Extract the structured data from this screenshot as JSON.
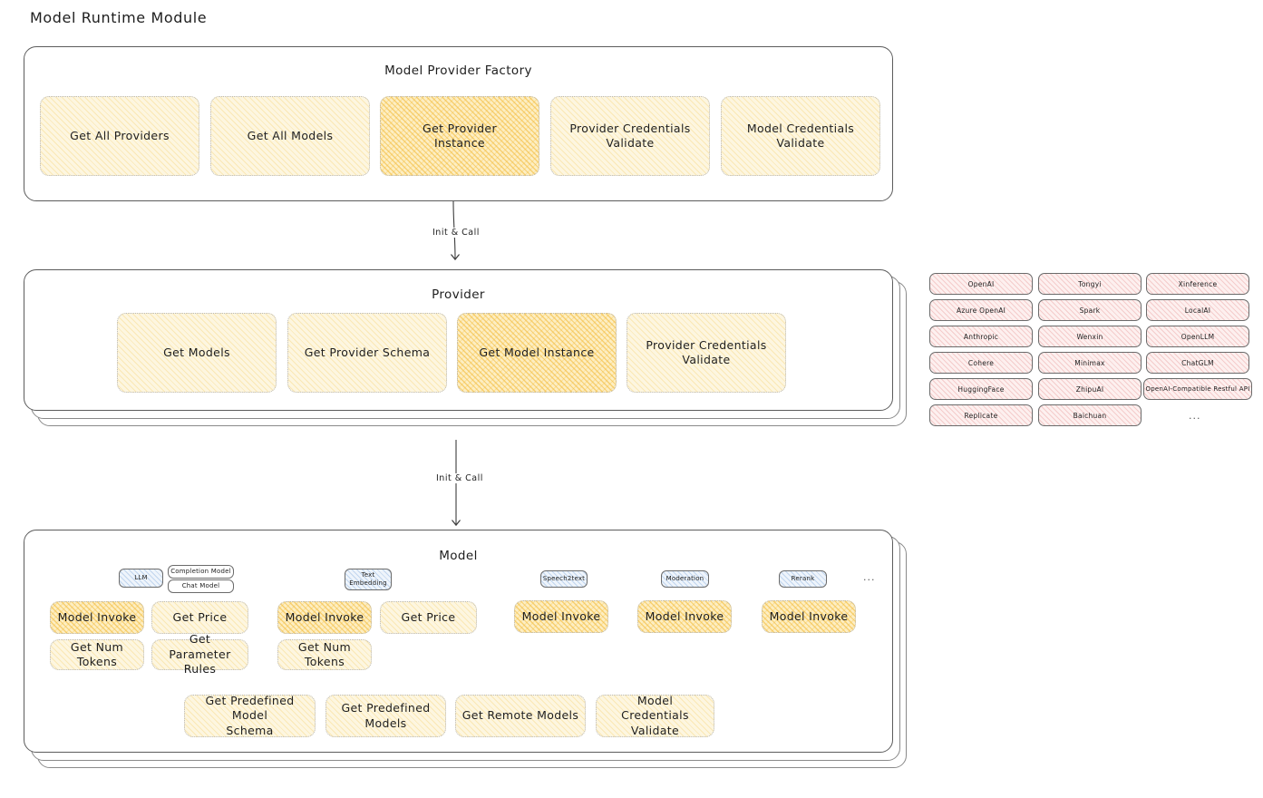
{
  "page": {
    "title": "Model Runtime Module",
    "background": "#ffffff",
    "accent_amber": "#f3bc3c",
    "accent_cream": "#fdf6e0",
    "accent_pink": "#e89696",
    "accent_blue": "#82acdc"
  },
  "factory": {
    "title": "Model Provider Factory",
    "nodes": [
      {
        "label": "Get All Providers",
        "highlighted": false
      },
      {
        "label": "Get All Models",
        "highlighted": false
      },
      {
        "label": "Get Provider\nInstance",
        "highlighted": true
      },
      {
        "label": "Provider Credentials\nValidate",
        "highlighted": false
      },
      {
        "label": "Model Credentials\nValidate",
        "highlighted": false
      }
    ]
  },
  "arrow1": {
    "label": "Init & Call"
  },
  "provider": {
    "title": "Provider",
    "nodes": [
      {
        "label": "Get Models",
        "highlighted": false
      },
      {
        "label": "Get Provider Schema",
        "highlighted": false
      },
      {
        "label": "Get Model Instance",
        "highlighted": true
      },
      {
        "label": "Provider Credentials\nValidate",
        "highlighted": false
      }
    ]
  },
  "arrow2": {
    "label": "Init & Call"
  },
  "provider_list": {
    "columns": [
      [
        "OpenAI",
        "Azure OpenAI",
        "Anthropic",
        "Cohere",
        "HuggingFace",
        "Replicate"
      ],
      [
        "Tongyi",
        "Spark",
        "Wenxin",
        "Minimax",
        "ZhipuAI",
        "Baichuan"
      ],
      [
        "Xinference",
        "LocalAI",
        "OpenLLM",
        "ChatGLM",
        "OpenAI-Compatible Restful API"
      ]
    ],
    "more": "..."
  },
  "model": {
    "title": "Model",
    "more": "...",
    "groups": [
      {
        "type_label": "LLM",
        "sub_chips": [
          "Completion Model",
          "Chat Model"
        ],
        "nodes": [
          {
            "label": "Model Invoke",
            "highlighted": true
          },
          {
            "label": "Get Price",
            "highlighted": false
          },
          {
            "label": "Get Num Tokens",
            "highlighted": false
          },
          {
            "label": "Get Parameter\nRules",
            "highlighted": false
          }
        ]
      },
      {
        "type_label": "Text\nEmbedding",
        "sub_chips": [],
        "nodes": [
          {
            "label": "Model Invoke",
            "highlighted": true
          },
          {
            "label": "Get Price",
            "highlighted": false
          },
          {
            "label": "Get Num Tokens",
            "highlighted": false
          }
        ]
      },
      {
        "type_label": "Speech2text",
        "sub_chips": [],
        "nodes": [
          {
            "label": "Model Invoke",
            "highlighted": true
          }
        ]
      },
      {
        "type_label": "Moderation",
        "sub_chips": [],
        "nodes": [
          {
            "label": "Model Invoke",
            "highlighted": true
          }
        ]
      },
      {
        "type_label": "Rerank",
        "sub_chips": [],
        "nodes": [
          {
            "label": "Model Invoke",
            "highlighted": true
          }
        ]
      }
    ],
    "shared_nodes": [
      {
        "label": "Get Predefined Model\nSchema"
      },
      {
        "label": "Get Predefined\nModels"
      },
      {
        "label": "Get Remote Models"
      },
      {
        "label": "Model Credentials\nValidate"
      }
    ]
  }
}
